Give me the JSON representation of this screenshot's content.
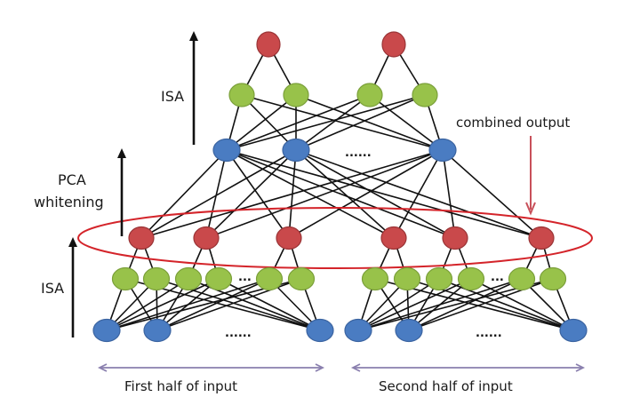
{
  "colors": {
    "red_node": "#c9494b",
    "red_stroke": "#9a3436",
    "green_node": "#98c24a",
    "green_stroke": "#7ba03a",
    "blue_node": "#4a7cc2",
    "blue_stroke": "#3a63a0",
    "edge": "#111111",
    "ellipse": "#d4242a",
    "pointer_arrow": "#c8505a",
    "span_arrow": "#8a7fae"
  },
  "labels": {
    "isa_top": "ISA",
    "pca_line1": "PCA",
    "pca_line2": "whitening",
    "isa_bottom": "ISA",
    "combined_output": "combined output",
    "first_half": "First half of input",
    "second_half": "Second half of input",
    "ellipsis_long": "......",
    "ellipsis_short": "..."
  },
  "structure": {
    "top_block": {
      "output_nodes": 2,
      "hidden_nodes": 4,
      "input_nodes_shown": 3,
      "input_has_ellipsis": true
    },
    "combined_layer_nodes": 6,
    "halves": [
      {
        "name": "first",
        "output_nodes": 3,
        "hidden_nodes_shown": 6,
        "input_nodes_shown": 3,
        "has_ellipsis": true
      },
      {
        "name": "second",
        "output_nodes": 3,
        "hidden_nodes_shown": 6,
        "input_nodes_shown": 3,
        "has_ellipsis": true
      }
    ]
  }
}
